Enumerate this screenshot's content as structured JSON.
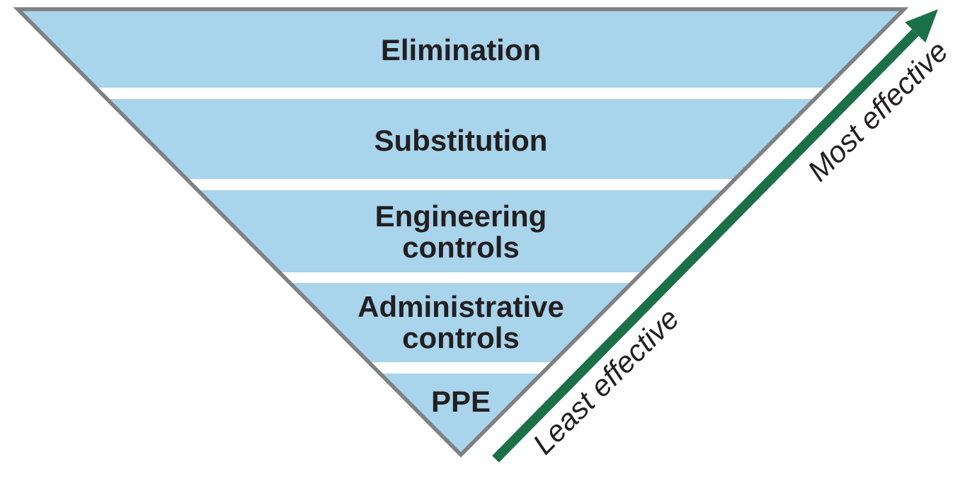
{
  "diagram": {
    "kind": "inverted-pyramid-hierarchy"
  },
  "levels": [
    {
      "label": "Elimination",
      "lines": [
        "Elimination"
      ]
    },
    {
      "label": "Substitution",
      "lines": [
        "Substitution"
      ]
    },
    {
      "label": "Engineering controls",
      "lines": [
        "Engineering",
        "controls"
      ]
    },
    {
      "label": "Administrative controls",
      "lines": [
        "Administrative",
        "controls"
      ]
    },
    {
      "label": "PPE",
      "lines": [
        "PPE"
      ]
    }
  ],
  "effectiveness_axis": {
    "most_label": "Most effective",
    "least_label": "Least effective"
  },
  "colors": {
    "band_fill": "#a8d4ec",
    "pyramid_outline": "#7f8083",
    "arrow_green": "#1b7048",
    "text": "#231f20",
    "background": "#ffffff"
  }
}
